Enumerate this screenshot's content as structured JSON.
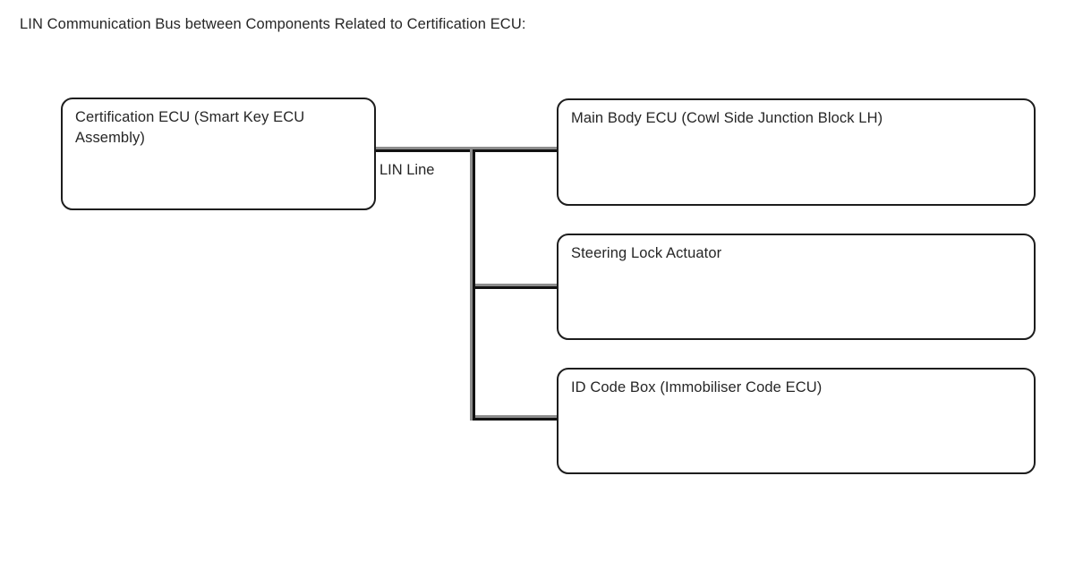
{
  "diagram": {
    "title": "LIN Communication Bus between Components Related to Certification ECU:",
    "type": "bus-topology",
    "bus_label": "LIN Line",
    "source_node": {
      "id": "certification-ecu",
      "label": "Certification ECU (Smart Key ECU Assembly)"
    },
    "bus_nodes": [
      {
        "id": "main-body-ecu",
        "label": "Main Body ECU (Cowl Side Junction Block LH)"
      },
      {
        "id": "steering-lock-actuator",
        "label": "Steering Lock Actuator"
      },
      {
        "id": "id-code-box",
        "label": "ID Code Box (Immobiliser Code ECU)"
      }
    ],
    "colors": {
      "background": "#ffffff",
      "text": "#262626",
      "box_border": "#1d1d1d",
      "connector": "#111111",
      "connector_shadow": "#8d8d8d"
    }
  }
}
